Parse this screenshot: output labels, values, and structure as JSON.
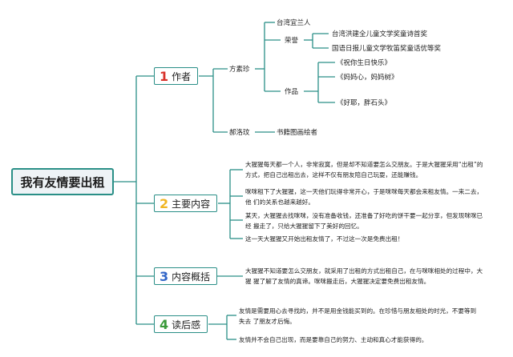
{
  "title": "我有友情要出租",
  "colors": {
    "line": "#2a8f87",
    "n1": "#d8322b",
    "n2": "#f0b623",
    "n3": "#3266c8",
    "n4": "#3a9a3a"
  },
  "sections": [
    {
      "num": "1",
      "label": "作者"
    },
    {
      "num": "2",
      "label": "主要内容"
    },
    {
      "num": "3",
      "label": "内容概括"
    },
    {
      "num": "4",
      "label": "读后感"
    }
  ],
  "author": {
    "name1": "方素珍",
    "origin": "台湾宜兰人",
    "honor_label": "荣誉",
    "honors": [
      "台湾洪建全儿童文学奖童诗首奖",
      "国语日报儿童文学牧笛奖童话优等奖"
    ],
    "works_label": "作品",
    "works": [
      "《祝你生日快乐》",
      "《妈妈心，妈妈树》",
      "《好耶，胖石头》"
    ],
    "name2": "郝洛玟",
    "name2_desc": "书籍图画绘者"
  },
  "main_content": [
    "大猩猩每天都一个人，非常寂寞，但是却不知道要怎么交朋友。于是大猩猩采用“出租”的 方式，把自己出租出去，这样不仅有朋友陪自己玩耍，还能赚钱。",
    "咪咪租下了大猩猩，这一天他们玩得非常开心，于是咪咪每天都会来租友情。一来二去，他 们的关系也越来越好。",
    "某天，大猩猩去找咪咪，没有准备收钱，还准备了好吃的饼干要一起分享，但发现咪咪已经 搬走了，只给大猩猩留下了美好的回忆。",
    "这一天大猩猩又开始出租友情了，不过这一次是免费出租！"
  ],
  "summary": "大猩猩不知道要怎么交朋友，就采用了出租的方式出租自己，在与咪咪相处的过程中，大猩 猩了解了友情的真谛。咪咪搬走后，大猩猩决定要免费出租友情。",
  "reflection": [
    "友情是需要用心去寻找的，并不是用金钱能买到的。在珍惜与朋友相处的时光，不要等到失去 了朋友才后悔。",
    "友情并不会自己出现，而是要靠自己的努力、主动和真心才能获得的。"
  ]
}
